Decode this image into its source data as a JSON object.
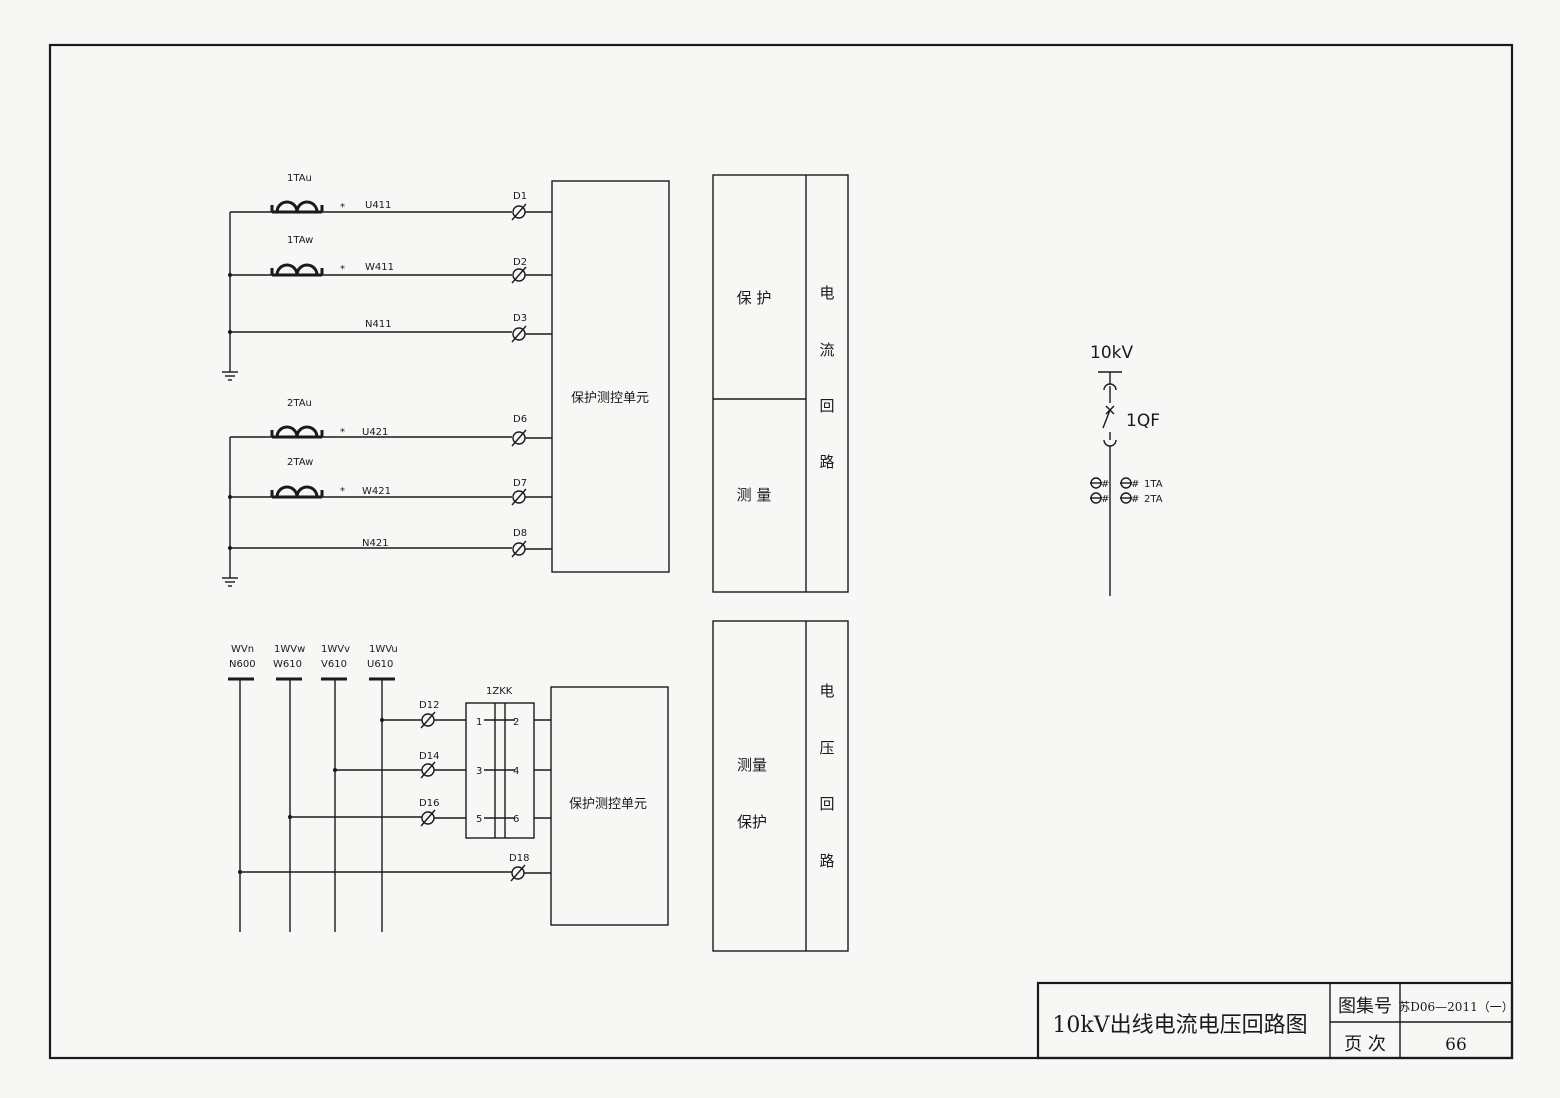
{
  "ct_circuit": {
    "groups": [
      {
        "cts": [
          {
            "name": "1TAu",
            "wire": "U411",
            "terminal": "D1"
          },
          {
            "name": "1TAw",
            "wire": "W411",
            "terminal": "D2"
          }
        ],
        "neutral": {
          "wire": "N411",
          "terminal": "D3"
        }
      },
      {
        "cts": [
          {
            "name": "2TAu",
            "wire": "U421",
            "terminal": "D6"
          },
          {
            "name": "2TAw",
            "wire": "W421",
            "terminal": "D7"
          }
        ],
        "neutral": {
          "wire": "N421",
          "terminal": "D8"
        }
      }
    ],
    "polarity_mark": "*",
    "unit_label": "保护测控单元",
    "function_labels": [
      "保 护",
      "测 量"
    ],
    "circuit_label": [
      "电",
      "流",
      "回",
      "路"
    ]
  },
  "pt_circuit": {
    "buses": [
      {
        "top": "WVn",
        "bottom": "N600"
      },
      {
        "top": "1WVw",
        "bottom": "W610"
      },
      {
        "top": "1WVv",
        "bottom": "V610"
      },
      {
        "top": "1WVu",
        "bottom": "U610"
      }
    ],
    "switch_name": "1ZKK",
    "switch_rows": [
      {
        "terminal": "D12",
        "left": "1",
        "right": "2"
      },
      {
        "terminal": "D14",
        "left": "3",
        "right": "4"
      },
      {
        "terminal": "D16",
        "left": "5",
        "right": "6"
      }
    ],
    "neutral_terminal": "D18",
    "unit_label": "保护测控单元",
    "function_labels": [
      "测量",
      "保护"
    ],
    "circuit_label": [
      "电",
      "压",
      "回",
      "路"
    ]
  },
  "single_line": {
    "voltage": "10kV",
    "breaker": "1QF",
    "cts": [
      "1TA",
      "2TA"
    ],
    "ct_symbol": "Φ#"
  },
  "title_block": {
    "title": "10kV出线电流电压回路图",
    "atlas_label": "图集号",
    "atlas_value": "苏D06—2011（一）",
    "page_label": "页  次",
    "page_value": "66"
  }
}
